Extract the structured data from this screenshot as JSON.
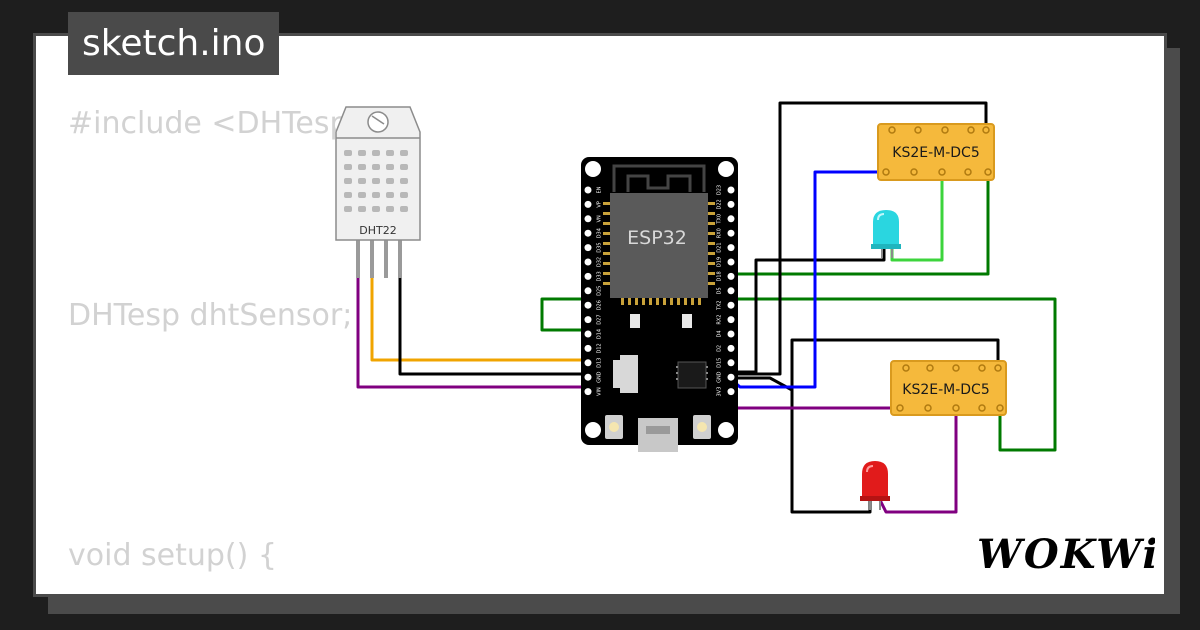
{
  "tab": {
    "filename": "sketch.ino"
  },
  "code": {
    "line1": "#include <DHTesp",
    "line2": "DHTesp dhtSensor;",
    "line3": "void setup() {"
  },
  "parts": {
    "esp32_label": "ESP32",
    "dht_label": "DHT22",
    "relay1_label": "KS2E-M-DC5",
    "relay2_label": "KS2E-M-DC5",
    "esp32_left_pins": [
      "EN",
      "VP",
      "VN",
      "D34",
      "D35",
      "D32",
      "D33",
      "D25",
      "D26",
      "D27",
      "D14",
      "D12",
      "D13",
      "GND",
      "VIN"
    ],
    "esp32_right_pins": [
      "D23",
      "D22",
      "TX0",
      "RX0",
      "D21",
      "D19",
      "D18",
      "D5",
      "TX2",
      "RX2",
      "D4",
      "D2",
      "D15",
      "GND",
      "3V3"
    ]
  },
  "brand": {
    "logo": "WOKWi"
  },
  "colors": {
    "card_border": "#4b4b4b",
    "wire_black": "#000000",
    "wire_blue": "#0000ff",
    "wire_green": "#007a00",
    "wire_lightgreen": "#3cd43c",
    "wire_orange": "#f0a400",
    "wire_purple": "#800080",
    "relay_fill": "#f5b93c",
    "led_cyan": "#2ad6e0",
    "led_red": "#e11b1b"
  }
}
